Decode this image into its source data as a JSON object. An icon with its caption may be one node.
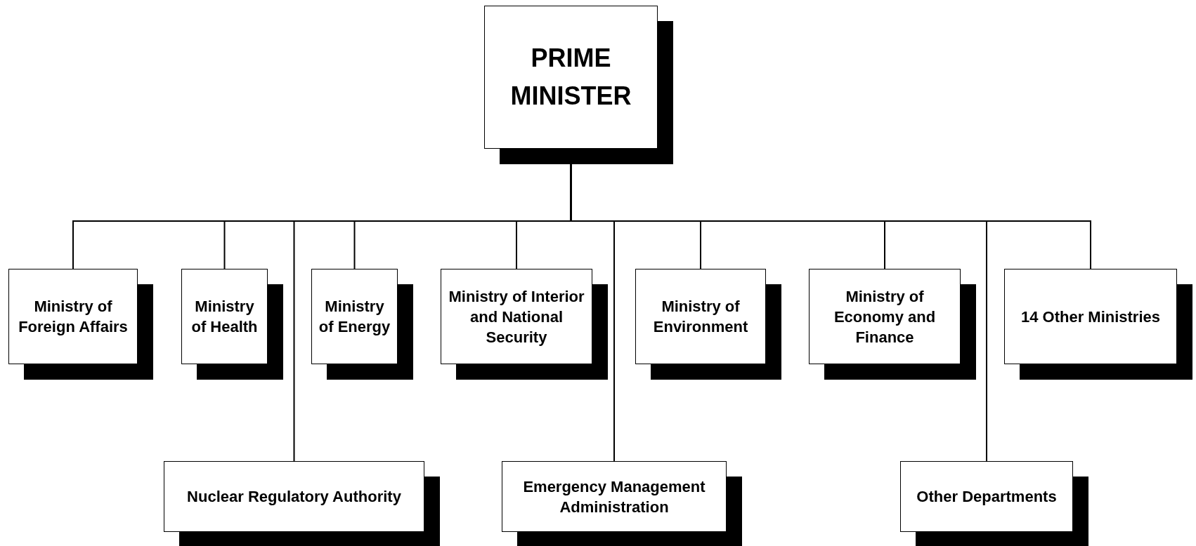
{
  "diagram": {
    "nodes": [
      {
        "text": [
          "PRIME MINISTER"
        ]
      },
      {
        "text": [
          "Ministry of Foreign Affairs"
        ]
      },
      {
        "text": [
          "Ministry of Health"
        ]
      },
      {
        "text": [
          "Ministry of Energy"
        ]
      },
      {
        "text": [
          "Ministry of Interior and National Security"
        ]
      },
      {
        "text": [
          "Ministry of Environment"
        ]
      },
      {
        "text": [
          "Ministry of Economy and Finance"
        ]
      },
      {
        "text": [
          "14 Other Ministries"
        ]
      },
      {
        "text": [
          "Nuclear Regulatory Authority"
        ]
      },
      {
        "text": [
          "Emergency Management Administration"
        ]
      },
      {
        "text": [
          "Other Departments"
        ]
      }
    ],
    "edges": [
      {
        "from": 0,
        "to": 1,
        "arrow": "none"
      },
      {
        "from": 0,
        "to": 2,
        "arrow": "none"
      },
      {
        "from": 0,
        "to": 8,
        "arrow": "none"
      },
      {
        "from": 0,
        "to": 3,
        "arrow": "none"
      },
      {
        "from": 0,
        "to": 4,
        "arrow": "none"
      },
      {
        "from": 0,
        "to": 9,
        "arrow": "none"
      },
      {
        "from": 0,
        "to": 5,
        "arrow": "none"
      },
      {
        "from": 0,
        "to": 6,
        "arrow": "none"
      },
      {
        "from": 0,
        "to": 10,
        "arrow": "none"
      },
      {
        "from": 0,
        "to": 7,
        "arrow": "none"
      }
    ]
  }
}
